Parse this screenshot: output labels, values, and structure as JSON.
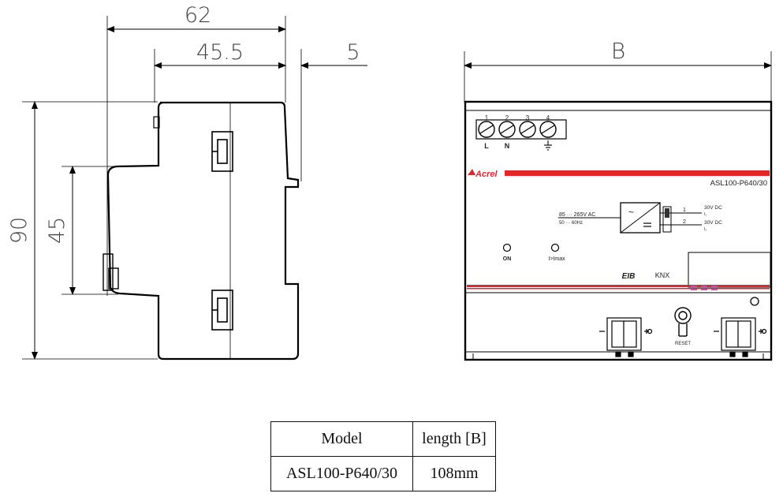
{
  "side_view": {
    "dims": {
      "overall_depth": "62",
      "body_depth": "45.5",
      "front_protrusion": "5",
      "overall_height": "90",
      "front_height": "45"
    }
  },
  "front_view": {
    "width_label": "B",
    "terminals": [
      "1",
      "2",
      "3",
      "4"
    ],
    "terminal_symbols": [
      "L",
      "N"
    ],
    "brand": "Acrel",
    "model": "ASL100-P640/30",
    "input_spec": [
      "85 ··· 265V AC",
      "50 ··· 60Hz"
    ],
    "output_spec": [
      "30V DC",
      "30V DC"
    ],
    "output_pins": [
      "1",
      "2"
    ],
    "output_pin_notes": [
      "I₁",
      "I₂"
    ],
    "led_labels": [
      "ON",
      "I>Imax"
    ],
    "marks": [
      "EIB",
      "KNX"
    ],
    "reset_label": "RESET"
  },
  "table": {
    "headers": [
      "Model",
      "length [B]"
    ],
    "rows": [
      [
        "ASL100-P640/30",
        "108mm"
      ]
    ]
  }
}
